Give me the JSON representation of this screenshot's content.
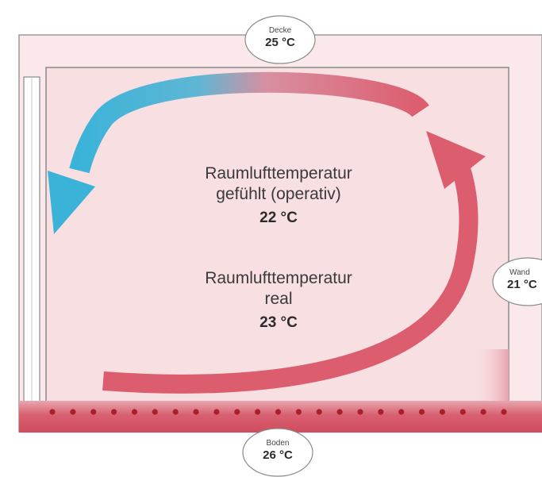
{
  "colors": {
    "room_fill": "#f8dfe2",
    "room_border": "#8a8a8a",
    "floor_fill": "#d8606f",
    "heating_dots": "#a8202d",
    "arrow_warm": "#dc5d6e",
    "arrow_cool": "#3bb3d8"
  },
  "icons": {
    "warm_flow": "curved-arrow-up-icon",
    "cool_flow": "curved-arrow-down-icon"
  },
  "labels": {
    "perceived": {
      "line1": "Raumlufttemperatur",
      "line2": "gefühlt (operativ)",
      "value": "22 °C"
    },
    "real": {
      "line1": "Raumlufttemperatur",
      "line2": "real",
      "value": "23 °C"
    },
    "ceiling": {
      "name": "Decke",
      "value": "25 °C"
    },
    "wall": {
      "name": "Wand",
      "value": "21 °C"
    },
    "floor": {
      "name": "Boden",
      "value": "26 °C"
    }
  }
}
